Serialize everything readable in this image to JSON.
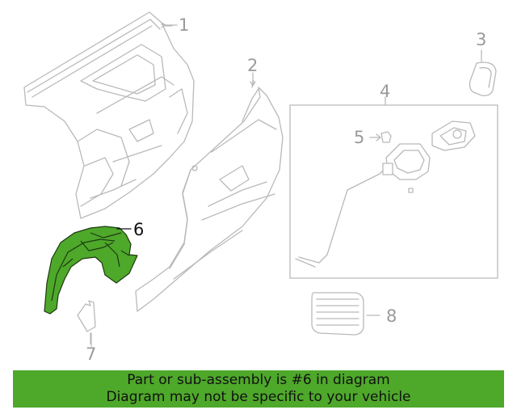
{
  "callouts": {
    "c1": "1",
    "c2": "2",
    "c3": "3",
    "c4": "4",
    "c5": "5",
    "c6": "6",
    "c7": "7",
    "c8": "8"
  },
  "highlight_color": "#4ea82a",
  "banner": {
    "line1": "Part or sub-assembly is #6 in diagram",
    "line2": "Diagram may not be specific to your vehicle"
  }
}
